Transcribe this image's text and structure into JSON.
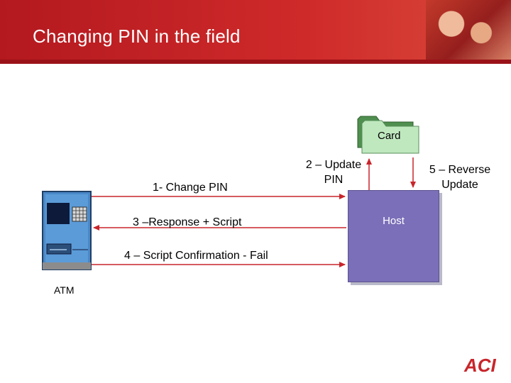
{
  "slide": {
    "title": "Changing PIN in the field",
    "accent_color": "#c8252b"
  },
  "nodes": {
    "card": "Card",
    "host": "Host",
    "atm": "ATM"
  },
  "messages": {
    "m1": "1- Change PIN",
    "m2_line1": "2 – Update",
    "m2_line2": "PIN",
    "m3": "3 –Response + Script",
    "m4": "4 – Script Confirmation - Fail",
    "m5_line1": "5 – Reverse",
    "m5_line2": "Update"
  },
  "logo": {
    "text": "ACI"
  },
  "icons": [
    "atm-icon",
    "card-icon",
    "arrow-icon",
    "aci-logo"
  ]
}
